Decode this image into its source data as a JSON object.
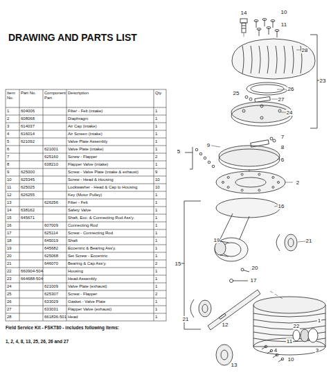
{
  "diagram": {
    "title": "DRAWING AND PARTS LIST",
    "labels": [
      "Item No.",
      "Part No.",
      "Component Part",
      "Description",
      "Qty",
      "1",
      "604006",
      "Filter - Felt (intake)",
      "1",
      "2",
      "608068",
      "Diaphragm",
      "1",
      "3",
      "614037",
      "Air Cap (intake)",
      "1",
      "4",
      "616014",
      "Air Screen (intake)",
      "1",
      "5",
      "621092",
      "Valve Plate Assembly",
      "1",
      "6",
      "621001",
      "Valve Plate (intake)",
      "1",
      "7",
      "625160",
      "Screw - Flapper",
      "2",
      "8",
      "638210",
      "Flapper Valve (intake)",
      "1",
      "9",
      "625000",
      "Screw - Valve Plate (intake & exhaust)",
      "9",
      "10",
      "625345",
      "Screw - Head & Housing",
      "10",
      "11",
      "625025",
      "Lockwasher - Head & Cap to Housing",
      "10",
      "12",
      "626255",
      "Key (Motor Pulley)",
      "1",
      "13",
      "626256",
      "Filter - Felt",
      "1",
      "14",
      "638162",
      "Safety Valve",
      "1",
      "15",
      "645671",
      "Shaft, Ecc. & Connecting Rod Ass'y.",
      "1",
      "16",
      "607009",
      "Connecting Rod",
      "1",
      "17",
      "625114",
      "Screw - Connecting Rod",
      "1",
      "18",
      "645019",
      "Shaft",
      "1",
      "19",
      "645682",
      "Eccentric & Bearing Ass'y.",
      "1",
      "20",
      "625068",
      "Set Screw - Eccentric",
      "1",
      "21",
      "646070",
      "Bearing & Cap Ass'y.",
      "2",
      "22",
      "660904-504",
      "Housing",
      "1",
      "23",
      "664688-504",
      "Head Assembly",
      "1",
      "24",
      "621009",
      "Valve Plate (exhaust)",
      "1",
      "25",
      "625307",
      "Screw - Flapper",
      "2",
      "26",
      "633029",
      "Gasket - Valve Plate",
      "1",
      "27",
      "633031",
      "Flapper Valve (exhaust)",
      "1",
      "28",
      "661836-501",
      "Head",
      "1",
      "Field Service Kit - FSKT80 - includes following items:",
      "1, 2, 4, 8, 13, 25, 26, 26 and 27",
      "14",
      "10",
      "11",
      "28",
      "23",
      "25",
      "26",
      "27",
      "24",
      "9",
      "7",
      "8",
      "5",
      "6",
      "2",
      "16",
      "19",
      "21",
      "15",
      "20",
      "17",
      "21",
      "22",
      "1",
      "12",
      "4",
      "3",
      "13",
      "11",
      "10"
    ]
  }
}
